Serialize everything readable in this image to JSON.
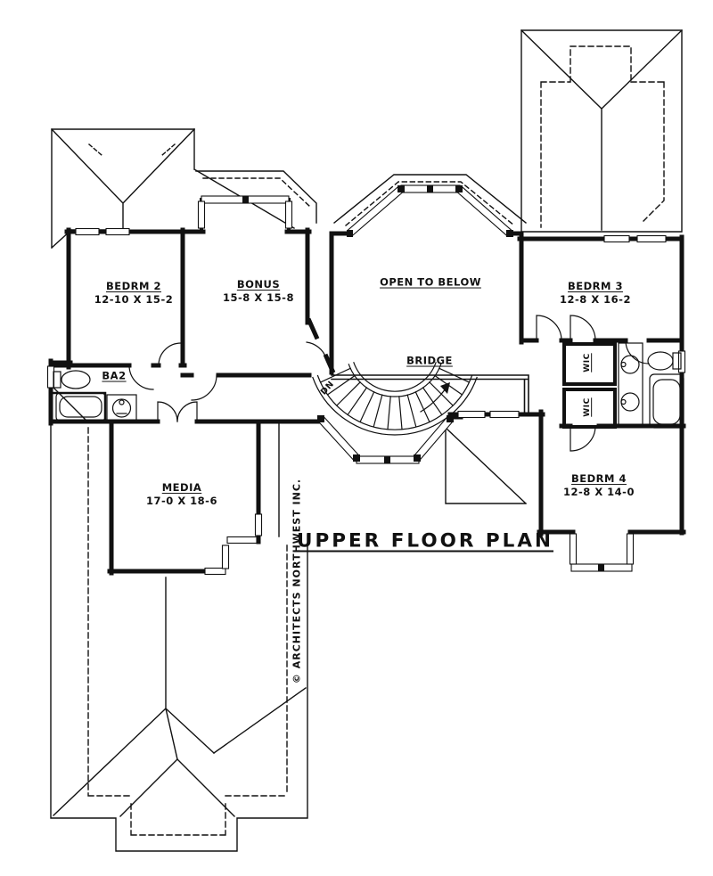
{
  "title": "UPPER FLOOR PLAN",
  "credit": "© ARCHITECTS NORTHWEST INC.",
  "stairs": {
    "direction_label": "DN"
  },
  "rooms": {
    "bedrm2": {
      "name": "BEDRM 2",
      "dims": "12-10 X 15-2"
    },
    "bonus": {
      "name": "BONUS",
      "dims": "15-8 X 15-8"
    },
    "open_to_below": {
      "name": "OPEN TO BELOW"
    },
    "bedrm3": {
      "name": "BEDRM 3",
      "dims": "12-8 X 16-2"
    },
    "bridge": {
      "name": "BRIDGE"
    },
    "ba2": {
      "name": "BA2"
    },
    "wic_upper": {
      "name": "WIC"
    },
    "wic_lower": {
      "name": "WIC"
    },
    "bedrm4": {
      "name": "BEDRM 4",
      "dims": "12-8 X 14-0"
    },
    "media": {
      "name": "MEDIA",
      "dims": "17-0 X 18-6"
    }
  },
  "colors": {
    "ink": "#111111",
    "background": "#ffffff"
  }
}
